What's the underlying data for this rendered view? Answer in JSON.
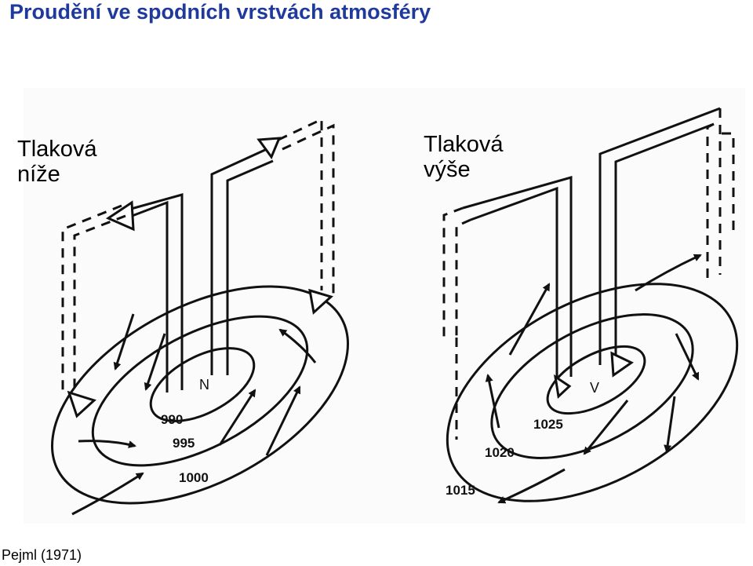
{
  "title": "Proudění ve spodních vrstvách atmosféry",
  "low": {
    "heading_line1": "Tlaková",
    "heading_line2": "níže",
    "center": "N",
    "isobars": [
      "990",
      "995",
      "1000"
    ]
  },
  "high": {
    "heading_line1": "Tlaková",
    "heading_line2": "výše",
    "center": "V",
    "isobars": [
      "1025",
      "1020",
      "1015"
    ]
  },
  "source": "Pejml (1971)"
}
